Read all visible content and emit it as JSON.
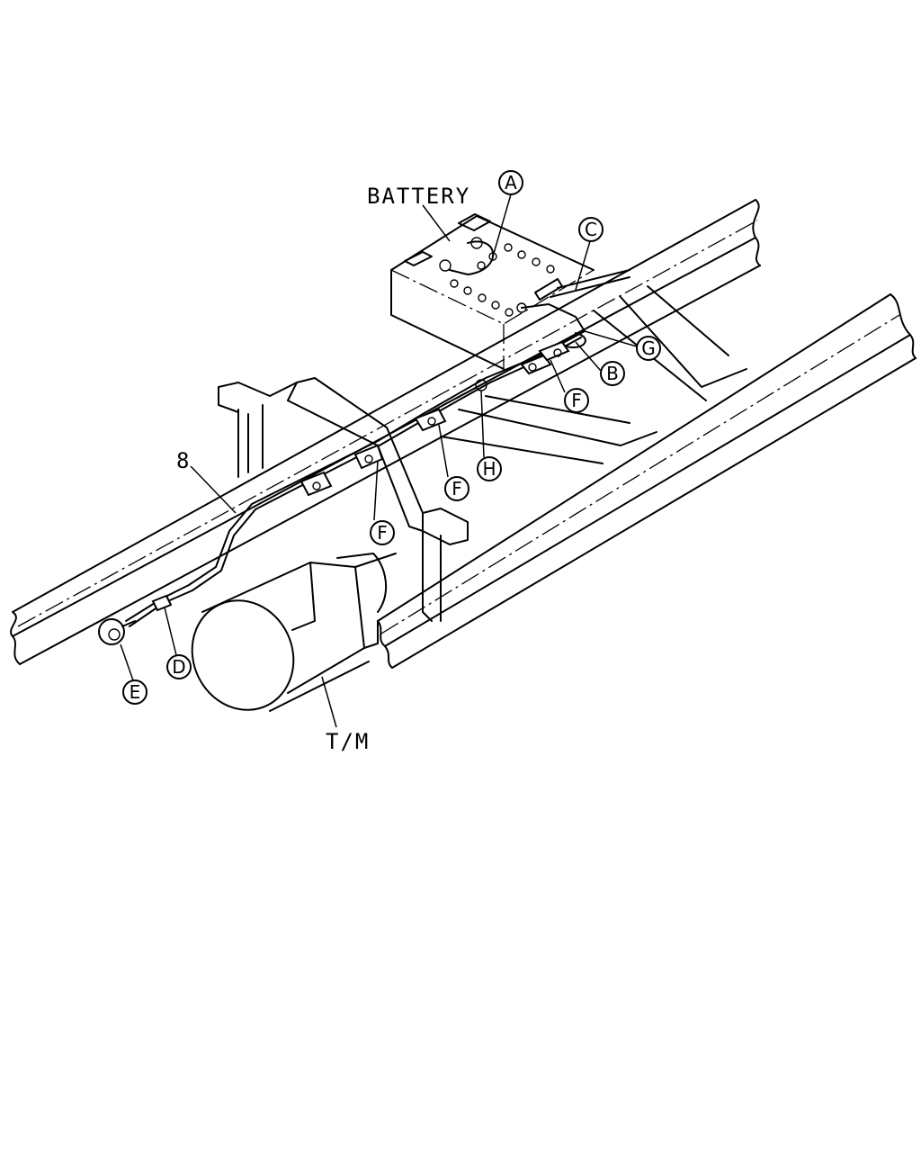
{
  "labels": {
    "battery": "BATTERY",
    "transmission": "T/M",
    "part_number": "8"
  },
  "callouts": {
    "a": "A",
    "b": "B",
    "c": "C",
    "d": "D",
    "e": "E",
    "f1": "F",
    "f2": "F",
    "f3": "F",
    "g": "G",
    "h": "H"
  }
}
